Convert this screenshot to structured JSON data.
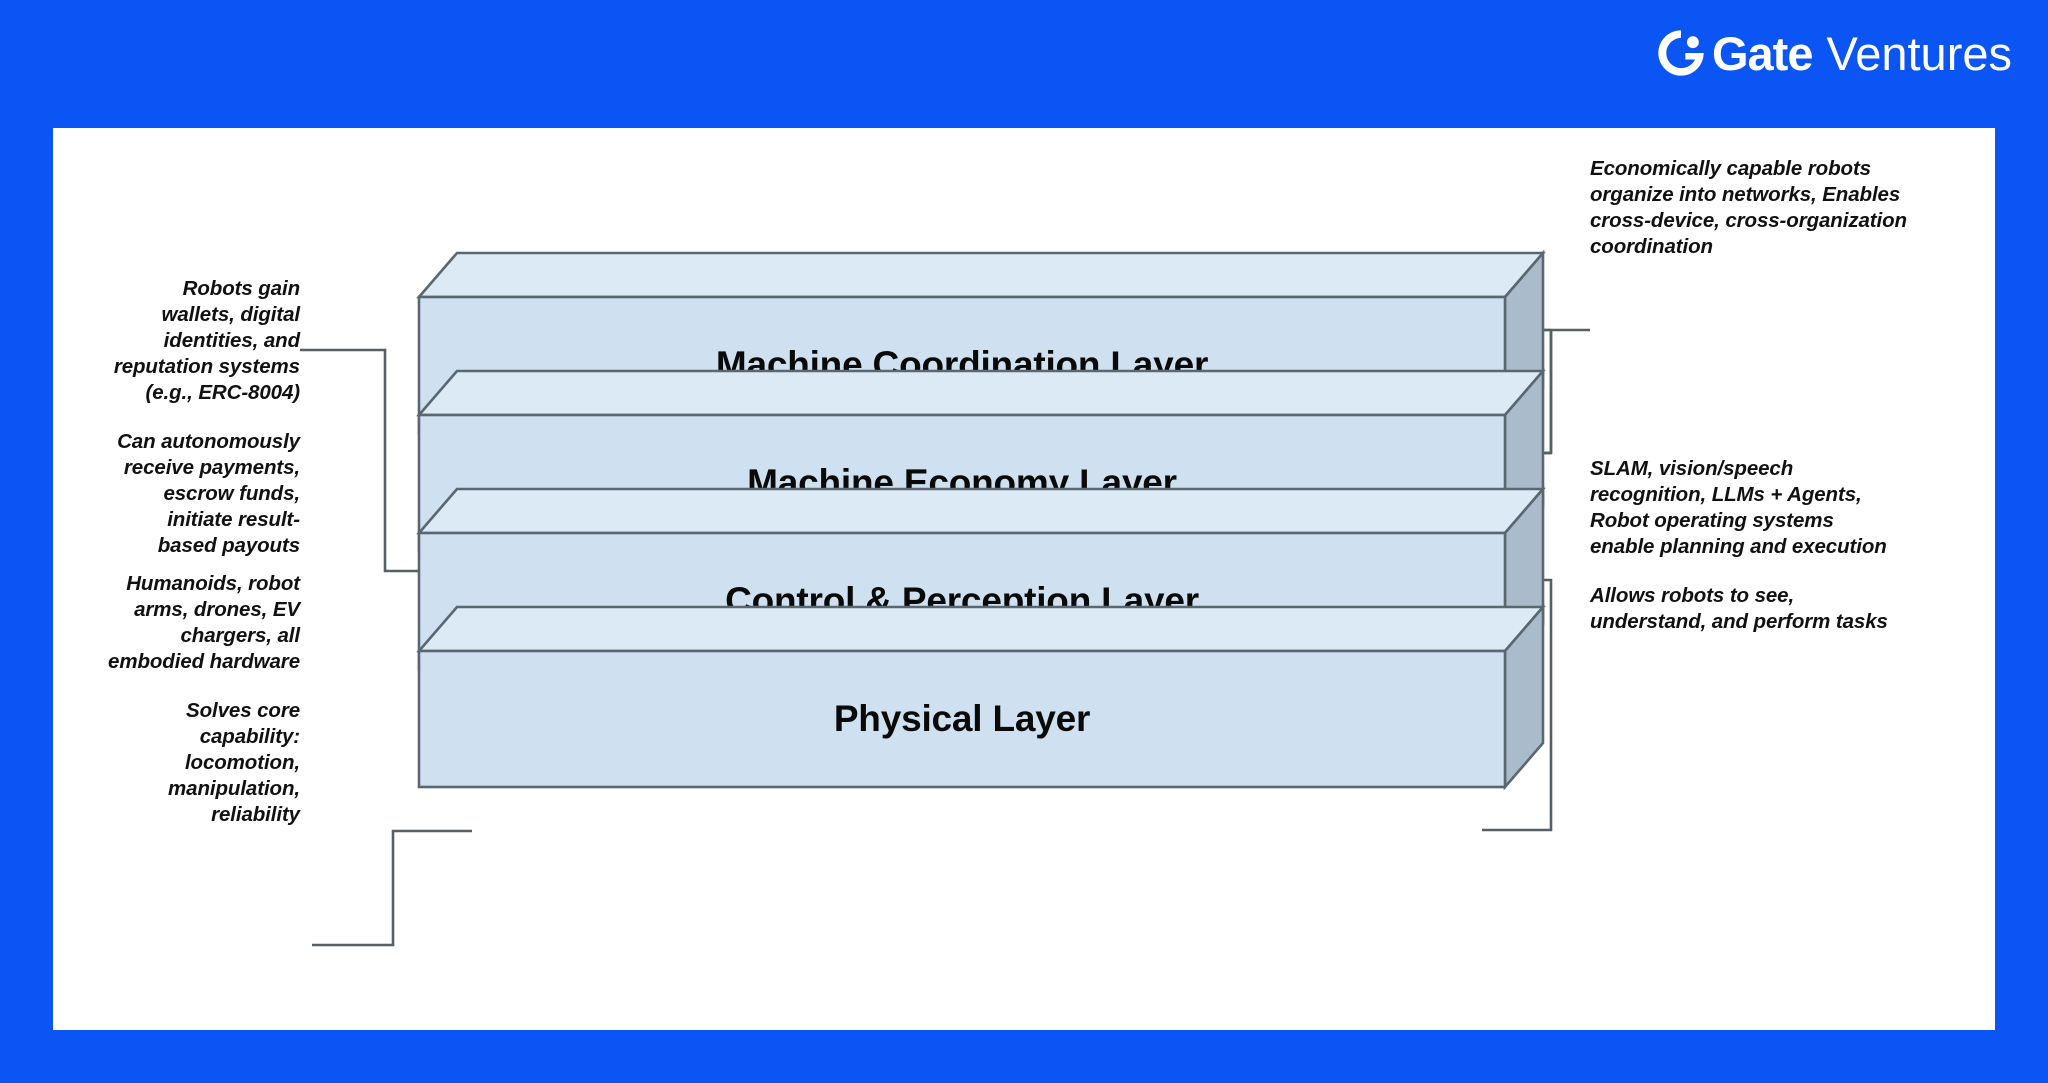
{
  "brand": {
    "mark_icon": "gate-circle-logo-icon",
    "name_primary": "Gate",
    "name_secondary": "Ventures"
  },
  "colors": {
    "background_blue": "#0b55f5",
    "card_white": "#ffffff",
    "slab_front": "#cfe0f0",
    "slab_top": "#dceaf6",
    "slab_side": "#aabccb",
    "slab_stroke": "#5a6670",
    "connector_stroke": "#555f66",
    "text_dark": "#0a0a0a"
  },
  "diagram": {
    "type": "layered-stack",
    "layers": [
      {
        "id": "machine-coordination",
        "label": "Machine Coordination Layer",
        "level": 4
      },
      {
        "id": "machine-economy",
        "label": "Machine Economy Layer",
        "level": 3
      },
      {
        "id": "control-perception",
        "label": "Control & Perception Layer",
        "level": 2
      },
      {
        "id": "physical",
        "label": "Physical Layer",
        "level": 1
      }
    ],
    "annotations": [
      {
        "id": "coordination-note",
        "side": "right",
        "target": "machine-coordination",
        "paragraphs": [
          "Economically capable robots organize into networks, Enables cross-device, cross-organization coordination"
        ]
      },
      {
        "id": "economy-note",
        "side": "left",
        "target": "machine-economy",
        "paragraphs": [
          "Robots gain wallets, digital identities, and reputation systems (e.g., ERC-8004)",
          "Can autonomously receive payments, escrow funds, initiate result-based payouts"
        ]
      },
      {
        "id": "control-note",
        "side": "right",
        "target": "control-perception",
        "paragraphs": [
          "SLAM, vision/speech recognition, LLMs + Agents, Robot operating systems enable planning and execution",
          "Allows robots to see, understand, and perform tasks"
        ]
      },
      {
        "id": "physical-note",
        "side": "left",
        "target": "physical",
        "paragraphs": [
          "Humanoids, robot arms, drones, EV chargers, all embodied hardware",
          "Solves core capability: locomotion, manipulation, reliability"
        ]
      }
    ]
  }
}
